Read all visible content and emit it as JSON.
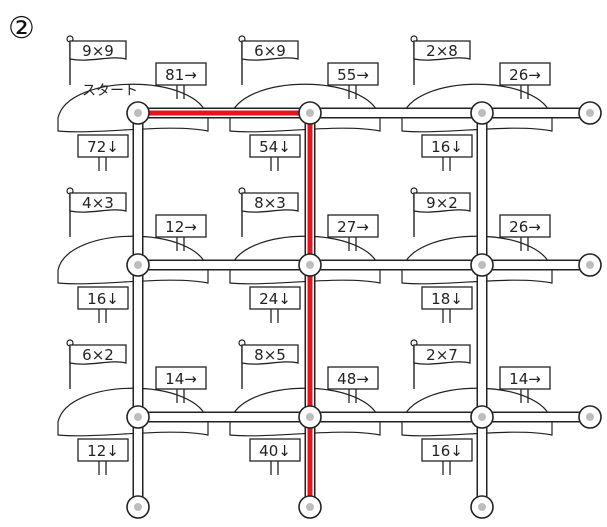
{
  "problem_number": "②",
  "start_label": "スタート",
  "flags": [
    [
      "9×9",
      "6×9",
      "2×8"
    ],
    [
      "4×3",
      "8×3",
      "9×2"
    ],
    [
      "6×2",
      "8×5",
      "2×7"
    ]
  ],
  "right_signs": [
    [
      "81→",
      "55→",
      "26→"
    ],
    [
      "12→",
      "27→",
      "26→"
    ],
    [
      "14→",
      "48→",
      "14→"
    ]
  ],
  "down_signs": [
    [
      "72↓",
      "54↓",
      "16↓"
    ],
    [
      "16↓",
      "24↓",
      "18↓"
    ],
    [
      "12↓",
      "40↓",
      "16↓"
    ]
  ],
  "route_color": "#e8141c",
  "route": "start-right-then-down-middle-column"
}
